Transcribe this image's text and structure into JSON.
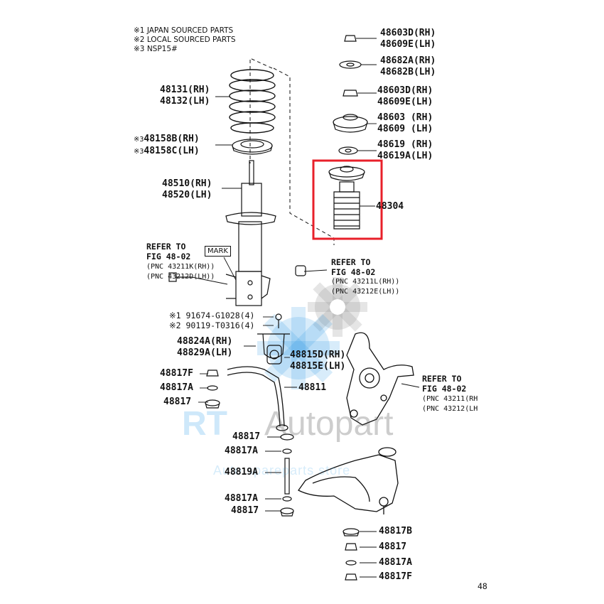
{
  "notes": [
    "※1 JAPAN SOURCED PARTS",
    "※2 LOCAL SOURCED PARTS",
    "※3 NSP15#"
  ],
  "highlight_color": "#e8202a",
  "parts_right": [
    {
      "l1": "48603D(RH)",
      "l2": "48609E(LH)"
    },
    {
      "l1": "48682A(RH)",
      "l2": "48682B(LH)"
    },
    {
      "l1": "48603D(RH)",
      "l2": "48609E(LH)"
    },
    {
      "l1": "48603 (RH)",
      "l2": "48609 (LH)"
    },
    {
      "l1": "48619 (RH)",
      "l2": "48619A(LH)"
    }
  ],
  "highlighted_part": "48304",
  "spring": {
    "l1": "48131(RH)",
    "l2": "48132(LH)"
  },
  "insulator": {
    "prefix": "※3",
    "l1": "48158B(RH)",
    "l2": "48158C(LH)"
  },
  "strut": {
    "l1": "48510(RH)",
    "l2": "48520(LH)"
  },
  "refer_left": {
    "title": "REFER TO",
    "fig": "FIG 48-02",
    "p1": "(PNC 43211K(RH))",
    "p2": "(PNC 43212D(LH))"
  },
  "mark_label": "MARK",
  "refer_mid": {
    "title": "REFER TO",
    "fig": "FIG 48-02",
    "p1": "(PNC 43211L(RH))",
    "p2": "(PNC 43212E(LH))"
  },
  "bolts": [
    {
      "prefix": "※1",
      "text": "91674-G1028(4)"
    },
    {
      "prefix": "※2",
      "text": "90119-T0316(4)"
    }
  ],
  "bracket": {
    "l1": "48824A(RH)",
    "l2": "48829A(LH)"
  },
  "bushing": {
    "l1": "48815D(RH)",
    "l2": "48815E(LH)"
  },
  "stab_bar": "48811",
  "refer_right": {
    "title": "REFER TO",
    "fig": "FIG 48-02",
    "p1": "(PNC 43211(RH",
    "p2": "(PNC 43212(LH"
  },
  "left_column": [
    "48817F",
    "48817A",
    "48817"
  ],
  "link_parts": [
    "48817",
    "48817A",
    "48819A",
    "48817A",
    "48817"
  ],
  "bottom_parts": [
    "48817B",
    "48817",
    "48817A",
    "48817F"
  ],
  "page_ref": "48",
  "watermark": {
    "brand1": "RT",
    "brand2": "Autopart",
    "tagline": "Auto spareparts store"
  }
}
